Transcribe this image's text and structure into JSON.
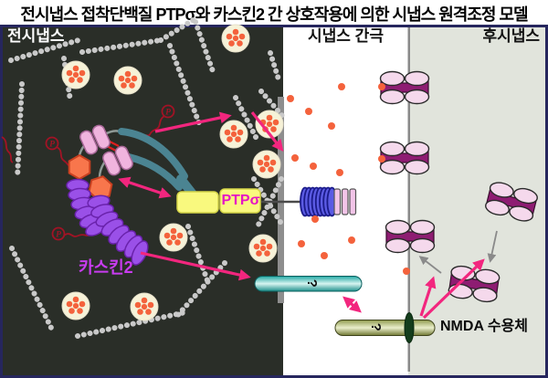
{
  "title": "전시냅스 접착단백질 PTPσ와 카스킨2 간 상호작용에 의한 시냅스 원격조정 모델",
  "regions": {
    "presynapse": "전시냅스",
    "synaptic_cleft": "시냅스 간극",
    "postsynapse": "후시냅스"
  },
  "molecules": {
    "ptpsigma": "PTPσ",
    "caskin2": "카스킨2",
    "nmda_receptor": "NMDA 수용체",
    "teal_unknown": "?",
    "olive_unknown": "?",
    "phospho": "P"
  },
  "colors": {
    "presynapse_bg": "#2a2e28",
    "cleft_bg": "#ffffff",
    "postsynapse_bg": "#e1e4dc",
    "frame": "#26265e",
    "membrane_gray": "#8e8e8e",
    "arrow_pink": "#f2267e",
    "arrow_gray": "#8a8a8a",
    "vesicle_fill": "#f6f2d8",
    "neurotransmitter_dot": "#f4623c",
    "caskin2_label": "#c93cf0",
    "ptpsigma_label": "#e515c5",
    "caskin2_sam_purple": "#9a50e8",
    "hexagon_orange": "#f8764c",
    "pink_domain": "#f0b4de",
    "claw_teal": "#4b8492",
    "ptpsigma_box_yellow": "#f9f97e",
    "coil_blue": "#5b5be4",
    "ig_domain_pink": "#f2c4e8",
    "teal_capsule": "#22a8a4",
    "olive_capsule": "#8f9a4e",
    "receptor_pink": "#f5d9ec",
    "receptor_magenta": "#8e1c72",
    "phospho_red": "#a21325",
    "actin_gray": "#c9c9c9"
  }
}
